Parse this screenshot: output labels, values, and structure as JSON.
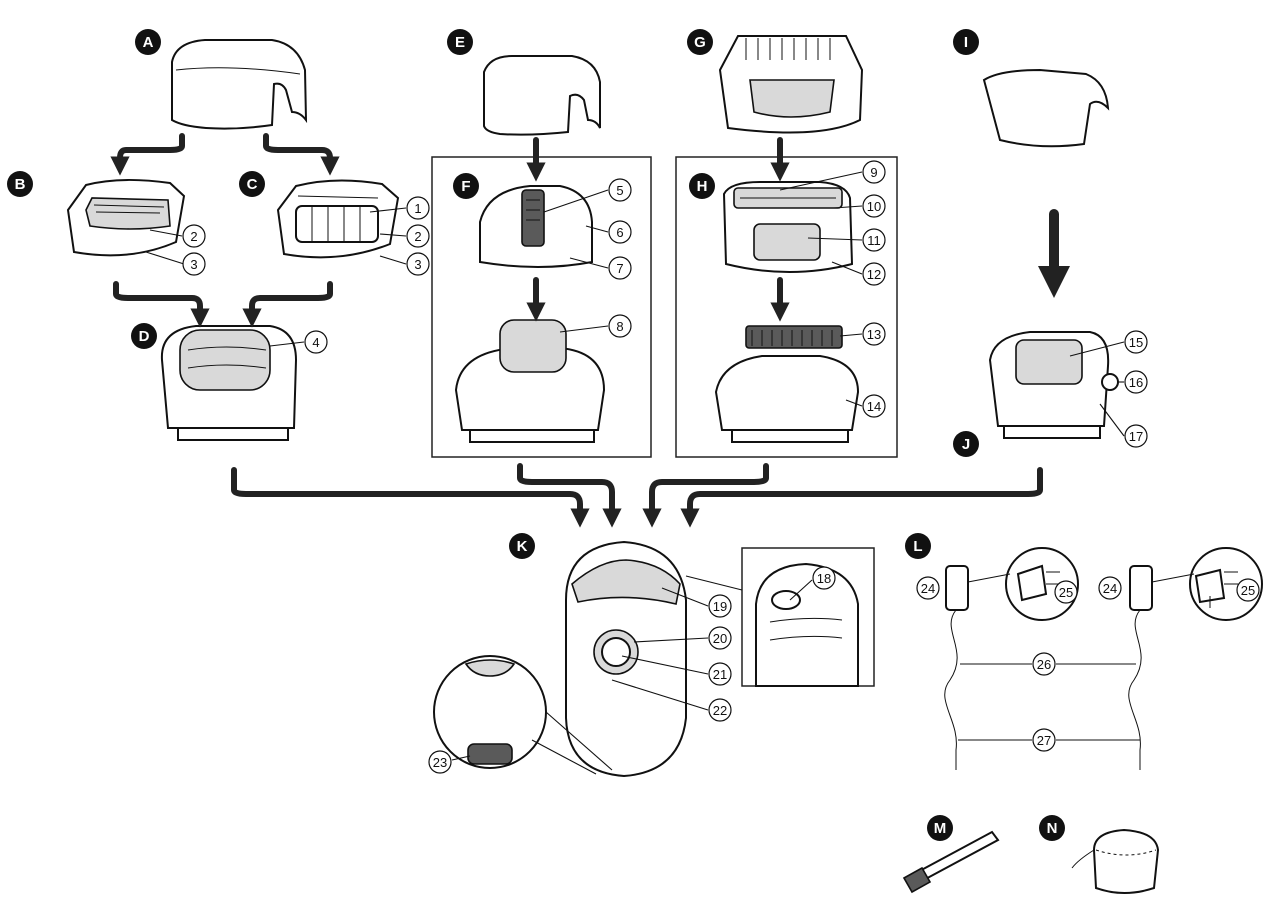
{
  "colors": {
    "ink": "#111111",
    "badge": "#111111",
    "shade": "#d9d9d9",
    "dark": "#5a5a5a"
  },
  "badges": [
    "A",
    "B",
    "C",
    "D",
    "E",
    "F",
    "G",
    "H",
    "I",
    "J",
    "K",
    "L",
    "M",
    "N"
  ],
  "part_numbers": [
    "1",
    "2",
    "3",
    "4",
    "5",
    "6",
    "7",
    "8",
    "9",
    "10",
    "11",
    "12",
    "13",
    "14",
    "15",
    "16",
    "17",
    "18",
    "19",
    "20",
    "21",
    "22",
    "23",
    "24",
    "25",
    "26",
    "27"
  ],
  "icons": [
    "arrow-down-icon",
    "arrow-curve-icon",
    "badge-circle-icon",
    "callout-circle-icon"
  ]
}
